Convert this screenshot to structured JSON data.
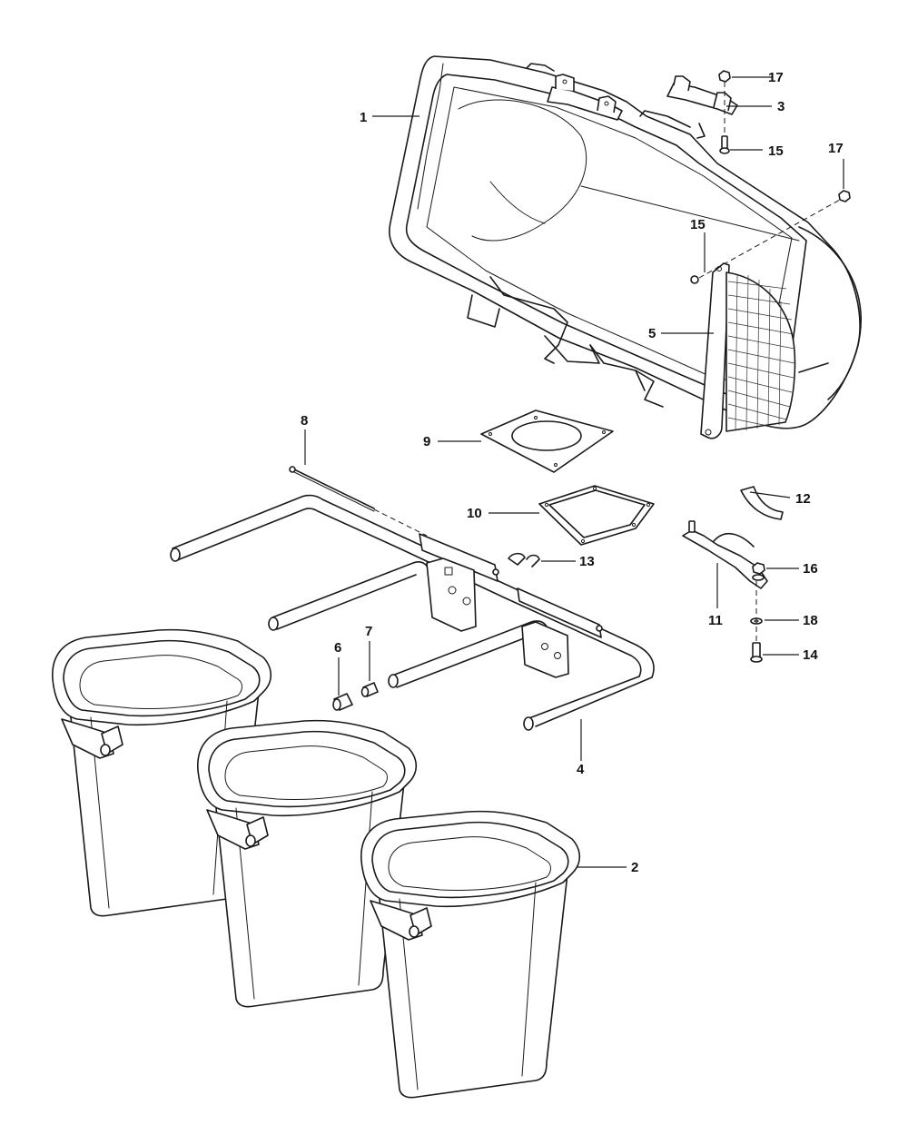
{
  "callouts": [
    {
      "id": "1",
      "label": "1"
    },
    {
      "id": "3",
      "label": "3"
    },
    {
      "id": "17a",
      "label": "17"
    },
    {
      "id": "15a",
      "label": "15"
    },
    {
      "id": "17b",
      "label": "17"
    },
    {
      "id": "15b",
      "label": "15"
    },
    {
      "id": "5",
      "label": "5"
    },
    {
      "id": "8",
      "label": "8"
    },
    {
      "id": "9",
      "label": "9"
    },
    {
      "id": "10",
      "label": "10"
    },
    {
      "id": "12",
      "label": "12"
    },
    {
      "id": "13",
      "label": "13"
    },
    {
      "id": "16",
      "label": "16"
    },
    {
      "id": "11",
      "label": "11"
    },
    {
      "id": "18",
      "label": "18"
    },
    {
      "id": "14",
      "label": "14"
    },
    {
      "id": "6",
      "label": "6"
    },
    {
      "id": "7",
      "label": "7"
    },
    {
      "id": "4",
      "label": "4"
    },
    {
      "id": "2",
      "label": "2"
    }
  ]
}
